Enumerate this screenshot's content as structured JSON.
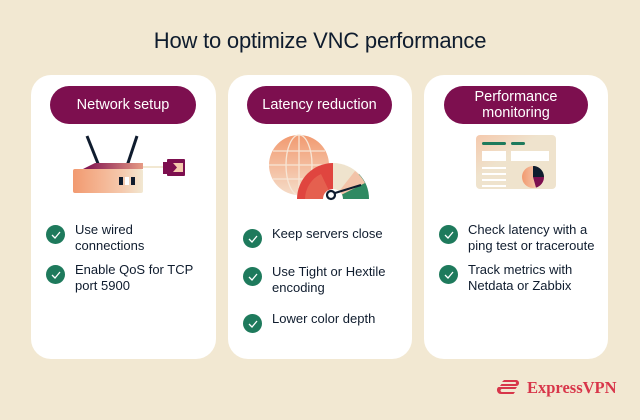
{
  "title": "How to optimize VNC performance",
  "colors": {
    "background": "#f2e8d2",
    "card": "#ffffff",
    "pill": "#7d0f4f",
    "check": "#1e7a5c",
    "text": "#0f1c2e",
    "brand": "#d8364a"
  },
  "cards": [
    {
      "heading_lines": [
        "Network setup"
      ],
      "icon": "router-icon",
      "items": [
        {
          "lines": [
            "Use wired",
            "connections"
          ]
        },
        {
          "lines": [
            "Enable QoS for TCP",
            "port 5900"
          ]
        }
      ]
    },
    {
      "heading_lines": [
        "Latency reduction"
      ],
      "icon": "globe-speedometer-icon",
      "items": [
        {
          "lines": [
            "Keep servers close"
          ]
        },
        {
          "lines": [
            "Use Tight or Hextile",
            "encoding"
          ]
        },
        {
          "lines": [
            "Lower color depth"
          ]
        }
      ]
    },
    {
      "heading_lines": [
        "Performance",
        "monitoring"
      ],
      "icon": "dashboard-icon",
      "items": [
        {
          "lines": [
            "Check latency with a",
            "ping test or traceroute"
          ]
        },
        {
          "lines": [
            "Track metrics with",
            "Netdata or Zabbix"
          ]
        }
      ]
    }
  ],
  "brand": {
    "name": "ExpressVPN",
    "icon": "expressvpn-logo-icon"
  }
}
